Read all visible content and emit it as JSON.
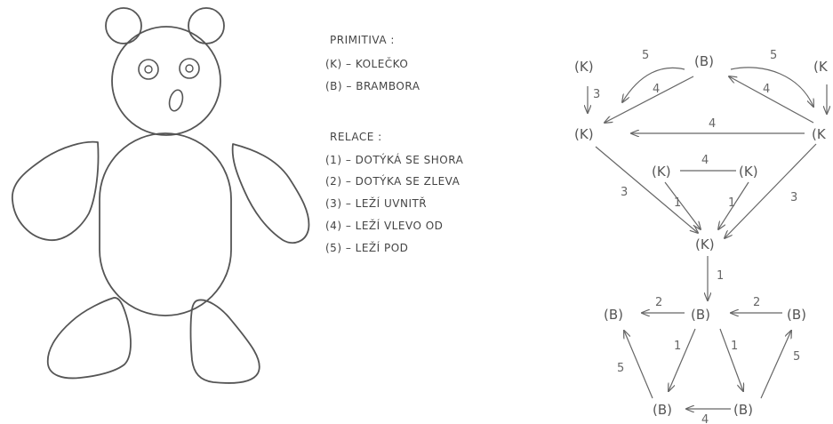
{
  "legend": {
    "primitives_title": "PRIMITIVA :",
    "primitives": [
      "(K) – KOLEČKO",
      "(B) – BRAMBORA"
    ],
    "relations_title": "RELACE :",
    "relations": [
      "(1) – DOTÝKÁ SE SHORA",
      "(2) – DOTÝKA SE ZLEVA",
      "(3) – LEŽÍ UVNITŘ",
      "(4) – LEŽÍ VLEVO OD",
      "(5) – LEŽÍ POD"
    ]
  },
  "graph": {
    "nodes": [
      {
        "id": "k_top_left",
        "label": "(K)"
      },
      {
        "id": "b_top",
        "label": "(B)"
      },
      {
        "id": "k_top_right",
        "label": "(K"
      },
      {
        "id": "k_left",
        "label": "(K)"
      },
      {
        "id": "k_right",
        "label": "(K"
      },
      {
        "id": "k_mid_left",
        "label": "(K)"
      },
      {
        "id": "k_mid_right",
        "label": "(K)"
      },
      {
        "id": "k_center",
        "label": "(K)"
      },
      {
        "id": "b_mid_left",
        "label": "(B)"
      },
      {
        "id": "b_mid",
        "label": "(B)"
      },
      {
        "id": "b_mid_right",
        "label": "(B)"
      },
      {
        "id": "b_bottom_left",
        "label": "(B)"
      },
      {
        "id": "b_bottom_right",
        "label": "(B)"
      }
    ],
    "edge_labels": {
      "top_left_curve": "5",
      "top_right_curve": "5",
      "left_down": "3",
      "b_to_left": "4",
      "b_to_right": "4",
      "right_to_left": "4",
      "mid_pair": "4",
      "left_to_center": "3",
      "midleft_to_center": "1",
      "midright_to_center": "1",
      "right_to_center": "3",
      "center_down": "1",
      "bmid_to_left": "2",
      "bright_to_mid": "2",
      "bmid_to_bottomleft": "1",
      "bmid_to_bottomright": "1",
      "bottomleft_up": "5",
      "bottomright_up": "5",
      "bottom_pair": "4"
    }
  }
}
